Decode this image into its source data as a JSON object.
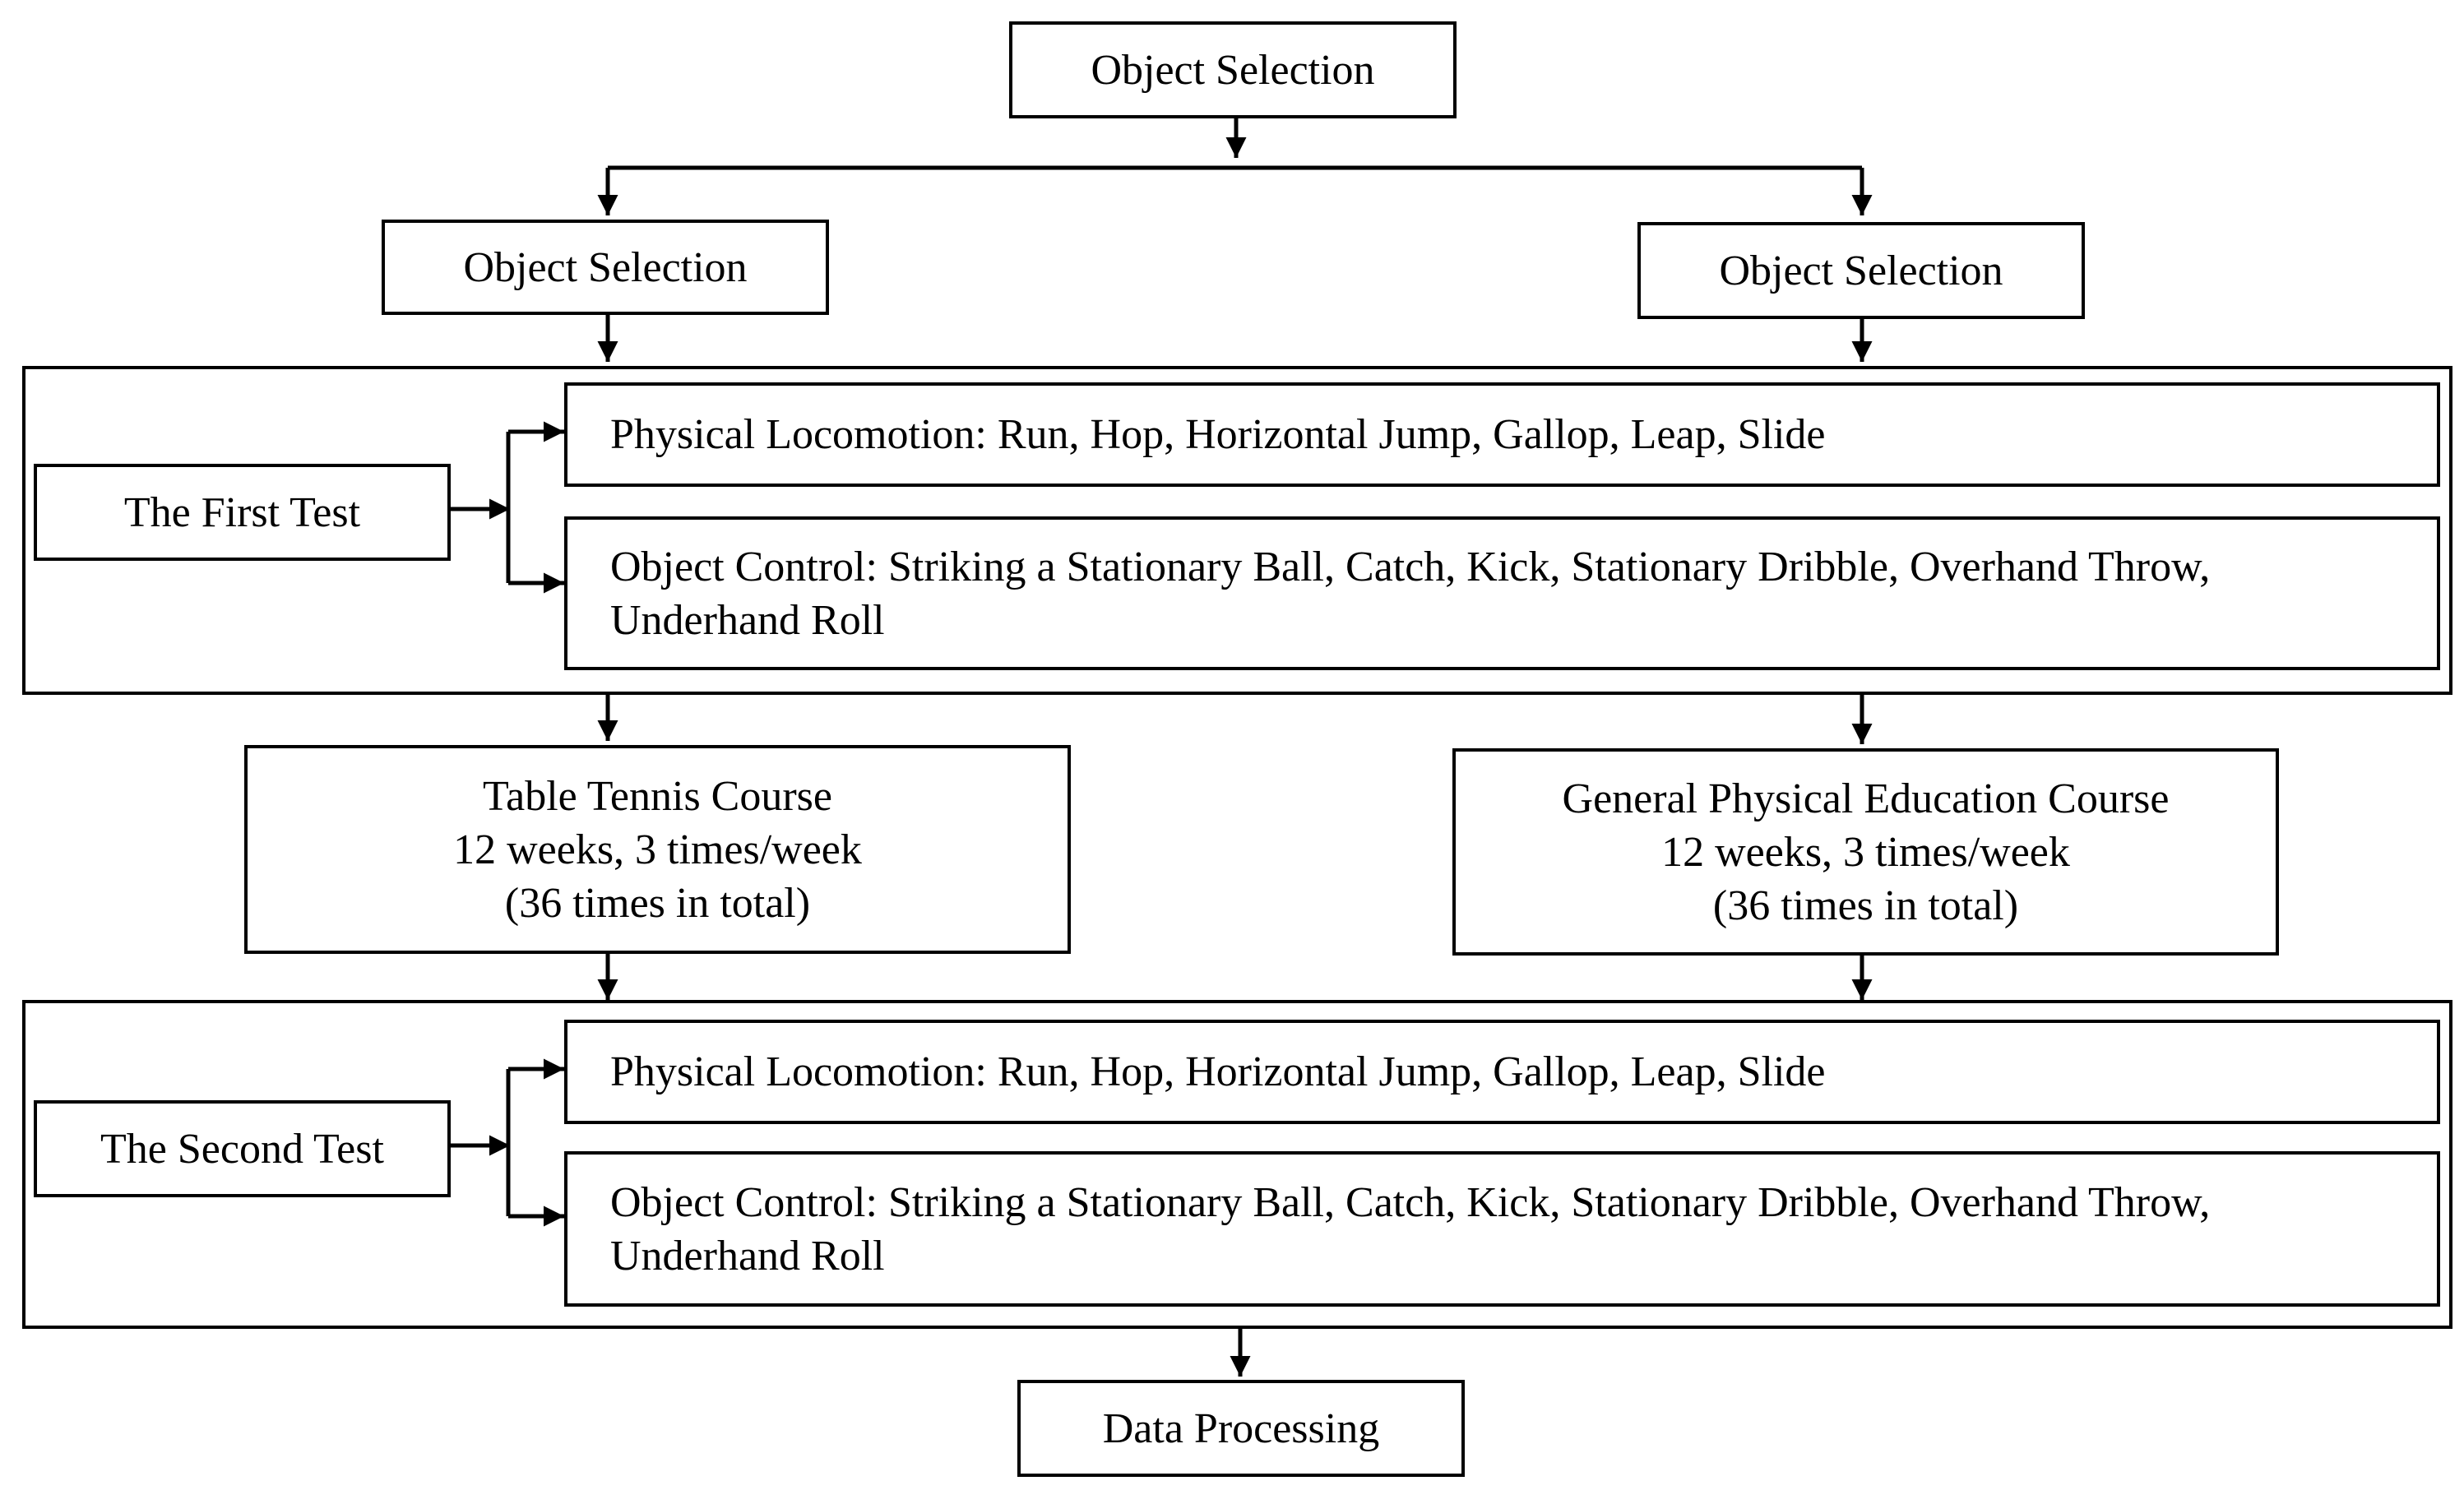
{
  "top": {
    "label": "Object Selection"
  },
  "left_group": {
    "label": "Object Selection"
  },
  "right_group": {
    "label": "Object Selection"
  },
  "first_test": {
    "label": "The First Test",
    "locomotion": "Physical Locomotion: Run, Hop, Horizontal Jump, Gallop, Leap, Slide",
    "object_control_line1": "Object Control: Striking a Stationary Ball, Catch, Kick, Stationary Dribble, Overhand Throw,",
    "object_control_line2": "Underhand Roll"
  },
  "table_tennis": {
    "line1": "Table Tennis Course",
    "line2": "12 weeks, 3 times/week",
    "line3": "(36 times in total)"
  },
  "general_pe": {
    "line1": "General Physical Education Course",
    "line2": "12 weeks, 3 times/week",
    "line3": "(36 times in total)"
  },
  "second_test": {
    "label": "The Second Test",
    "locomotion": "Physical Locomotion: Run, Hop, Horizontal Jump, Gallop, Leap, Slide",
    "object_control_line1": "Object Control: Striking a Stationary Ball, Catch, Kick, Stationary Dribble, Overhand Throw,",
    "object_control_line2": "Underhand Roll"
  },
  "final": {
    "label": "Data Processing"
  }
}
